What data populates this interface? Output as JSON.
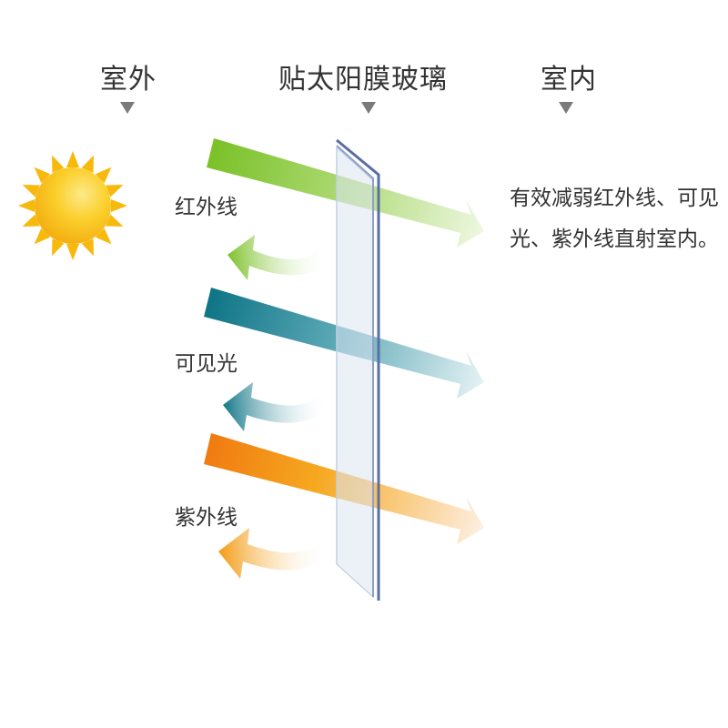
{
  "headings": {
    "outdoor": "室外",
    "glass": "贴太阳膜玻璃",
    "indoor": "室内"
  },
  "rays": [
    {
      "label": "红外线",
      "color": "#7cc12a"
    },
    {
      "label": "可见光",
      "color": "#0f7587"
    },
    {
      "label": "紫外线",
      "color": "#f07a10"
    }
  ],
  "description": "有效减弱红外线、可见光、紫外线直射室内。",
  "colors": {
    "sun": "#f9c312",
    "sun_rays": "#f7b90b",
    "glass_frame": "#5a6fa3",
    "glass_fill": "#dde6f2",
    "marker": "#7a7a7a"
  },
  "icons": [
    "sun-icon",
    "down-triangle-icon"
  ]
}
